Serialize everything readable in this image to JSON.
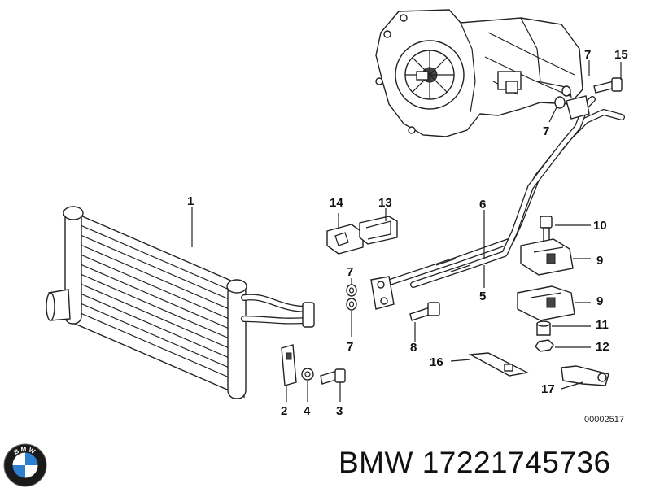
{
  "diagram_code": "00002517",
  "footer": {
    "brand": "BMW",
    "part_number": "17221745736"
  },
  "logo_letters": "BMW",
  "callouts": {
    "c1": "1",
    "c2": "2",
    "c3": "3",
    "c4": "4",
    "c5": "5",
    "c6": "6",
    "c7a": "7",
    "c7b": "7",
    "c7c": "7",
    "c7d": "7",
    "c8": "8",
    "c9a": "9",
    "c9b": "9",
    "c10": "10",
    "c11": "11",
    "c12": "12",
    "c13": "13",
    "c14": "14",
    "c15": "15",
    "c16": "16",
    "c17": "17"
  },
  "colors": {
    "line": "#222222",
    "background": "#ffffff",
    "logo_blue": "#2f7fd0"
  }
}
